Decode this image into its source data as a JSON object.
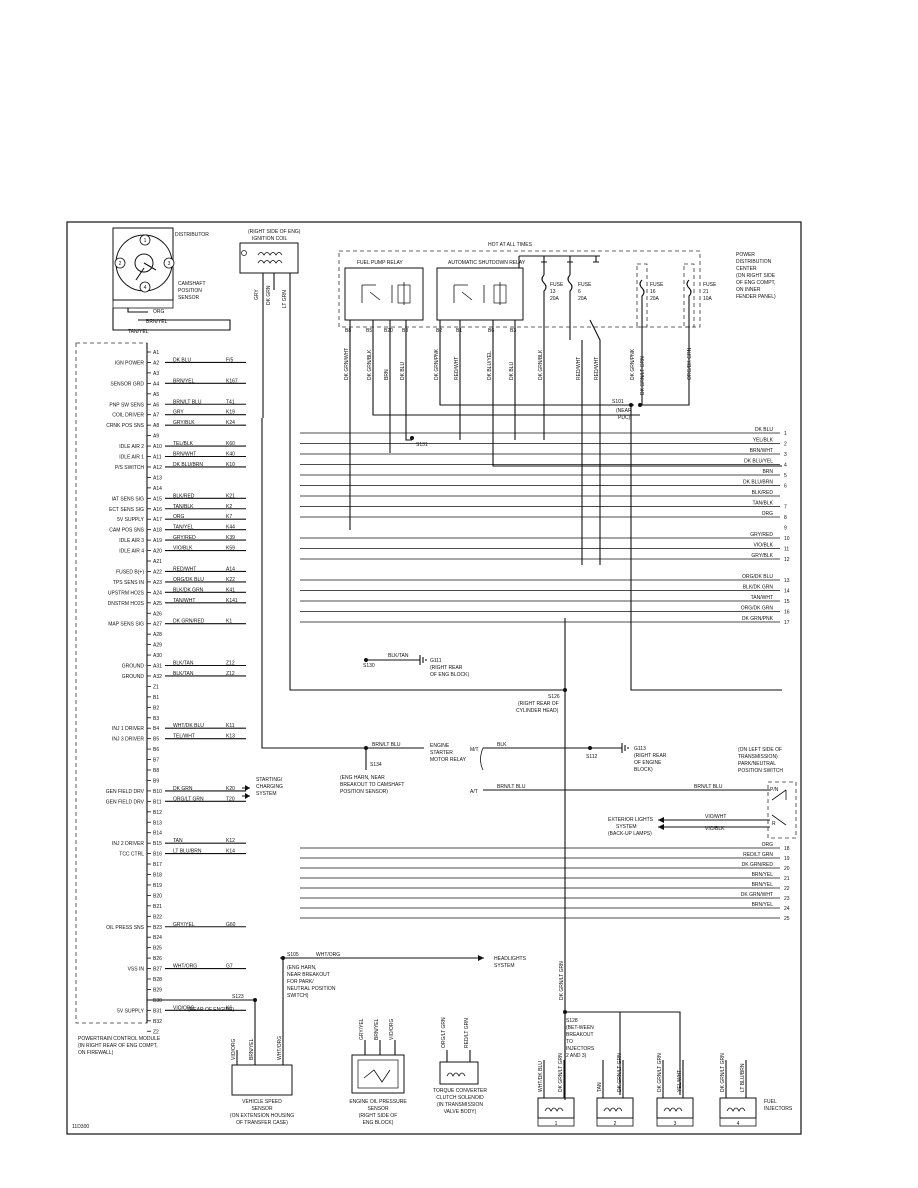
{
  "diagram_id": "11D300",
  "top_labels": {
    "distributor": "DISTRIBUTOR",
    "coil": [
      "(RIGHT SIDE OF ENG)",
      "IGNITION COIL"
    ],
    "cam_sensor": [
      "CAMSHAFT",
      "POSITION",
      "SENSOR"
    ],
    "hot_at_all_times": "HOT AT ALL TIMES",
    "pdc": [
      "POWER",
      "DISTRIBUTION",
      "CENTER",
      "(ON RIGHT SIDE",
      "OF ENG COMPT,",
      "ON INNER",
      "FENDER PANEL)"
    ],
    "fuel_pump_relay": "FUEL PUMP RELAY",
    "asd_relay": "AUTOMATIC SHUTDOWN RELAY",
    "fuses": [
      {
        "name": "FUSE",
        "num": "13",
        "amp": "20A"
      },
      {
        "name": "FUSE",
        "num": "6",
        "amp": "20A"
      },
      {
        "name": "FUSE",
        "num": "16",
        "amp": "20A"
      },
      {
        "name": "FUSE",
        "num": "21",
        "amp": "10A"
      }
    ],
    "relay_wires": [
      "DK GRN/WHT",
      "DK GRN/BLK",
      "BRN",
      "DK BLU",
      "DK GRN/PNK",
      "RED/WHT",
      "DK BLU/YEL",
      "DK BLU",
      "DK GRN/BLK",
      "RED/WHT",
      "RED/WHT",
      "DK GRN/PNK",
      "DK GRN/LT GRN",
      "ORG/DK GRN"
    ],
    "relay_cavities": [
      "B8",
      "B5",
      "B20",
      "B3",
      "B2",
      "B1",
      "B6",
      "B3"
    ],
    "cam_wires": [
      "BRN/YEL",
      "TAN/YEL",
      "ORG"
    ],
    "coil_wires": [
      "GRY",
      "DK GRN",
      "LT GRN"
    ],
    "s101": [
      "S101",
      "(NEAR",
      "PDC)"
    ],
    "s131": "S131"
  },
  "pcm": {
    "label": [
      "POWERTRAIN CONTROL MODULE",
      "(IN RIGHT REAR OF ENG COMPT,",
      "ON FIREWALL)"
    ],
    "rows": [
      {
        "pin": "A1",
        "func": "",
        "color": "",
        "circ": ""
      },
      {
        "pin": "A2",
        "func": "IGN POWER",
        "color": "DK BLU",
        "circ": "F/5"
      },
      {
        "pin": "A3",
        "func": "",
        "color": "",
        "circ": ""
      },
      {
        "pin": "A4",
        "func": "SENSOR GRD",
        "color": "BRN/YEL",
        "circ": "K167"
      },
      {
        "pin": "A5",
        "func": "",
        "color": "",
        "circ": ""
      },
      {
        "pin": "A6",
        "func": "PNP SW SENS",
        "color": "BRN/LT BLU",
        "circ": "T41"
      },
      {
        "pin": "A7",
        "func": "COIL DRIVER",
        "color": "GRY",
        "circ": "K19"
      },
      {
        "pin": "A8",
        "func": "CRNK POS SNS",
        "color": "GRY/BLK",
        "circ": "K24"
      },
      {
        "pin": "A9",
        "func": "",
        "color": "",
        "circ": ""
      },
      {
        "pin": "A10",
        "func": "IDLE AIR 2",
        "color": "TEL/BLK",
        "circ": "K60"
      },
      {
        "pin": "A11",
        "func": "IDLE AIR 1",
        "color": "BRN/WHT",
        "circ": "K40"
      },
      {
        "pin": "A12",
        "func": "P/S SWITCH",
        "color": "DK BLU/BRN",
        "circ": "K10"
      },
      {
        "pin": "A13",
        "func": "",
        "color": "",
        "circ": ""
      },
      {
        "pin": "A14",
        "func": "",
        "color": "",
        "circ": ""
      },
      {
        "pin": "A15",
        "func": "IAT SENS SIG",
        "color": "BLK/RED",
        "circ": "K21"
      },
      {
        "pin": "A16",
        "func": "ECT SENS SIG",
        "color": "TAN/BLK",
        "circ": "K2"
      },
      {
        "pin": "A17",
        "func": "5V SUPPLY",
        "color": "ORG",
        "circ": "K7"
      },
      {
        "pin": "A18",
        "func": "CAM POS SNS",
        "color": "TAN/YEL",
        "circ": "K44"
      },
      {
        "pin": "A19",
        "func": "IDLE AIR 3",
        "color": "GRY/RED",
        "circ": "K39"
      },
      {
        "pin": "A20",
        "func": "IDLE AIR 4",
        "color": "VIO/BLK",
        "circ": "K59"
      },
      {
        "pin": "A21",
        "func": "",
        "color": "",
        "circ": ""
      },
      {
        "pin": "A22",
        "func": "FUSED B(+)",
        "color": "RED/WHT",
        "circ": "A14"
      },
      {
        "pin": "A23",
        "func": "TPS SENS IN",
        "color": "ORG/DK BLU",
        "circ": "K22"
      },
      {
        "pin": "A24",
        "func": "UPSTRM HO2S",
        "color": "BLK/DK GRN",
        "circ": "K41"
      },
      {
        "pin": "A25",
        "func": "DNSTRM HO2S",
        "color": "TAN/WHT",
        "circ": "K141"
      },
      {
        "pin": "A26",
        "func": "",
        "color": "",
        "circ": ""
      },
      {
        "pin": "A27",
        "func": "MAP SENS SIG",
        "color": "DK GRN/RED",
        "circ": "K1"
      },
      {
        "pin": "A28",
        "func": "",
        "color": "",
        "circ": ""
      },
      {
        "pin": "A29",
        "func": "",
        "color": "",
        "circ": ""
      },
      {
        "pin": "A30",
        "func": "",
        "color": "",
        "circ": ""
      },
      {
        "pin": "A31",
        "func": "GROUND",
        "color": "BLK/TAN",
        "circ": "Z12"
      },
      {
        "pin": "A32",
        "func": "GROUND",
        "color": "BLK/TAN",
        "circ": "Z12"
      },
      {
        "pin": "Z1",
        "func": "",
        "color": "",
        "circ": ""
      },
      {
        "pin": "B1",
        "func": "",
        "color": "",
        "circ": ""
      },
      {
        "pin": "B2",
        "func": "",
        "color": "",
        "circ": ""
      },
      {
        "pin": "B3",
        "func": "",
        "color": "",
        "circ": ""
      },
      {
        "pin": "B4",
        "func": "INJ 1 DRIVER",
        "color": "WHT/DK BLU",
        "circ": "K11"
      },
      {
        "pin": "B5",
        "func": "INJ 3 DRIVER",
        "color": "TEL/WHT",
        "circ": "K13"
      },
      {
        "pin": "B6",
        "func": "",
        "color": "",
        "circ": ""
      },
      {
        "pin": "B7",
        "func": "",
        "color": "",
        "circ": ""
      },
      {
        "pin": "B8",
        "func": "",
        "color": "",
        "circ": ""
      },
      {
        "pin": "B9",
        "func": "",
        "color": "",
        "circ": ""
      },
      {
        "pin": "B10",
        "func": "GEN FIELD DRV",
        "color": "DK GRN",
        "circ": "K20"
      },
      {
        "pin": "B11",
        "func": "GEN FIELD DRV",
        "color": "ORG/LT GRN",
        "circ": "T20"
      },
      {
        "pin": "B12",
        "func": "",
        "color": "",
        "circ": ""
      },
      {
        "pin": "B13",
        "func": "",
        "color": "",
        "circ": ""
      },
      {
        "pin": "B14",
        "func": "",
        "color": "",
        "circ": ""
      },
      {
        "pin": "B15",
        "func": "INJ 2 DRIVER",
        "color": "TAN",
        "circ": "K12"
      },
      {
        "pin": "B16",
        "func": "TCC CTRL",
        "color": "LT BLU/BRN",
        "circ": "K14"
      },
      {
        "pin": "B17",
        "func": "",
        "color": "",
        "circ": ""
      },
      {
        "pin": "B18",
        "func": "",
        "color": "",
        "circ": ""
      },
      {
        "pin": "B19",
        "func": "",
        "color": "",
        "circ": ""
      },
      {
        "pin": "B20",
        "func": "",
        "color": "",
        "circ": ""
      },
      {
        "pin": "B21",
        "func": "",
        "color": "",
        "circ": ""
      },
      {
        "pin": "B22",
        "func": "",
        "color": "",
        "circ": ""
      },
      {
        "pin": "B23",
        "func": "OIL PRESS SNS",
        "color": "GRY/YEL",
        "circ": "G60"
      },
      {
        "pin": "B24",
        "func": "",
        "color": "",
        "circ": ""
      },
      {
        "pin": "B25",
        "func": "",
        "color": "",
        "circ": ""
      },
      {
        "pin": "B26",
        "func": "",
        "color": "",
        "circ": ""
      },
      {
        "pin": "B27",
        "func": "VSS IN",
        "color": "WHT/ORG",
        "circ": "G7"
      },
      {
        "pin": "B28",
        "func": "",
        "color": "",
        "circ": ""
      },
      {
        "pin": "B29",
        "func": "",
        "color": "",
        "circ": ""
      },
      {
        "pin": "B30",
        "func": "",
        "color": "",
        "circ": ""
      },
      {
        "pin": "B31",
        "func": "5V SUPPLY",
        "color": "VIO/ORG",
        "circ": "K6"
      },
      {
        "pin": "B32",
        "func": "",
        "color": "",
        "circ": ""
      },
      {
        "pin": "Z2",
        "func": "",
        "color": "",
        "circ": ""
      }
    ]
  },
  "right_rows": [
    {
      "color": "DK BLU",
      "num": "1"
    },
    {
      "color": "YEL/BLK",
      "num": "2"
    },
    {
      "color": "BRN/WHT",
      "num": "3"
    },
    {
      "color": "DK BLU/YEL",
      "num": "4"
    },
    {
      "color": "BRN",
      "num": "5"
    },
    {
      "color": "DK BLU/BRN",
      "num": "6"
    },
    {
      "color": "BLK/RED",
      "num": ""
    },
    {
      "color": "TAN/BLK",
      "num": "7"
    },
    {
      "color": "ORG",
      "num": "8"
    },
    {
      "color": "",
      "num": "9"
    },
    {
      "color": "GRY/RED",
      "num": "10"
    },
    {
      "color": "VIO/BLK",
      "num": "11"
    },
    {
      "color": "GRY/BLK",
      "num": "12"
    },
    {
      "color": "",
      "num": ""
    },
    {
      "color": "ORG/DK BLU",
      "num": "13"
    },
    {
      "color": "BLK/DK GRN",
      "num": "14"
    },
    {
      "color": "TAN/WHT",
      "num": "15"
    },
    {
      "color": "ORG/DK GRN",
      "num": "16"
    },
    {
      "color": "DK GRN/PNK",
      "num": "17"
    }
  ],
  "right_rows_lower": [
    {
      "color": "ORG",
      "num": "18"
    },
    {
      "color": "RED/LT GRN",
      "num": "19"
    },
    {
      "color": "DK GRN/RED",
      "num": "20"
    },
    {
      "color": "BRN/YEL",
      "num": "21"
    },
    {
      "color": "BRN/YEL",
      "num": "22"
    },
    {
      "color": "DK GRN/WHT",
      "num": "23"
    },
    {
      "color": "BRN/YEL",
      "num": "24"
    },
    {
      "color": "",
      "num": "25"
    }
  ],
  "ground_splice": {
    "color": "BLK/TAN",
    "s130": "S130",
    "g111": [
      "G111",
      "(RIGHT REAR",
      "OF ENG BLOCK)"
    ]
  },
  "s126": [
    "S126",
    "(RIGHT REAR OF",
    "CYLINDER HEAD)"
  ],
  "starter": {
    "wire": "BRN/LT BLU",
    "s134": "S134",
    "label": [
      "ENGINE",
      "STARTER",
      "MOTOR RELAY"
    ],
    "note": [
      "(ENG HARN, NEAR",
      "BREAKOUT TO CAMSHAFT",
      "POSITION SENSOR)"
    ],
    "mt": "M/T",
    "at": "A/T",
    "blk": "BLK",
    "s112": "S112",
    "g113": [
      "G113",
      "(RIGHT REAR",
      "OF ENGINE",
      "BLOCK)"
    ],
    "brn_lt_blu": "BRN/LT BLU"
  },
  "pnp_switch": [
    "(ON LEFT SIDE OF",
    "TRANSMISSION)",
    "PARK/NEUTRAL",
    "POSITION SWITCH"
  ],
  "pnp_labels": {
    "pn": "P/N",
    "r": "R"
  },
  "exterior_lights": {
    "label": [
      "EXTERIOR LIGHTS",
      "SYSTEM",
      "(BACK-UP LAMPS)"
    ],
    "wires": [
      "VIO/WHT",
      "VIO/BLK"
    ]
  },
  "charging": [
    "STARTING/",
    "CHARGING",
    "SYSTEM"
  ],
  "headlights": [
    "HEADLIGHTS",
    "SYSTEM"
  ],
  "s105": {
    "id": "S105",
    "wire": "WHT/ORG",
    "note": [
      "(ENG HARN,",
      "NEAR BREAKOUT",
      "FOR PARK/",
      "NEUTRAL POSITION",
      "SWITCH)"
    ]
  },
  "s123": {
    "id": "S123",
    "note": "(REAR OF ENGINE)"
  },
  "s128": [
    "S128",
    "(BET-WEEN",
    "BREAKOUT",
    "TO",
    "INJECTORS",
    "2 AND 3)"
  ],
  "vss": {
    "label": [
      "VEHICLE SPEED",
      "SENSOR",
      "(ON EXTENSION HOUSING",
      "OF TRANSFER CASE)"
    ],
    "wires": [
      "VIO/ORG",
      "BRN/YEL",
      "WHT/ORG"
    ]
  },
  "oil": {
    "label": [
      "ENGINE OIL PRESSURE",
      "SENSOR",
      "(RIGHT SIDE OF",
      "ENG BLOCK)"
    ],
    "wires": [
      "GRY/YEL",
      "BRN/YEL",
      "VIO/ORG"
    ]
  },
  "tcc": {
    "label": [
      "TORQUE CONVERTER",
      "CLUTCH SOLENOID",
      "(IN TRANSMISSION",
      "VALVE BODY)"
    ],
    "wires": [
      "ORG/LT GRN",
      "RED/LT GRN"
    ]
  },
  "injectors": {
    "label": [
      "FUEL",
      "INJECTORS"
    ],
    "numbers": [
      "1",
      "2",
      "3",
      "4"
    ],
    "wires": [
      "WHT/DK BLU",
      "DK GRN/LT GRN",
      "TAN",
      "DK GRN/LT GRN",
      "DK GRN/LT GRN",
      "YEL/WHT",
      "DK GRN/LT GRN",
      "LT BLU/BRN"
    ],
    "riser": "DK GRN/LT GRN"
  }
}
